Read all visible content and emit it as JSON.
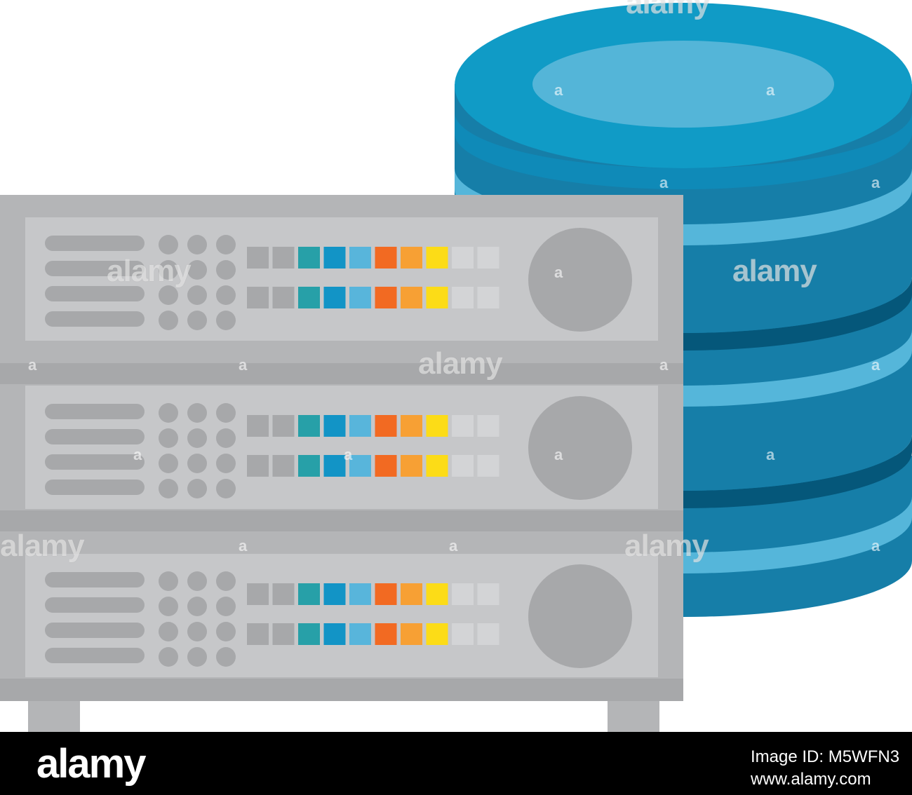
{
  "watermark": {
    "brand": "alamy",
    "mark": "a",
    "repeat_label": "alamy"
  },
  "footer": {
    "logo": "alamy",
    "image_id": "Image ID: M5WFN3",
    "site": "www.alamy.com"
  },
  "colors": {
    "rack_light": "#c6c7c9",
    "rack_mid": "#b4b5b7",
    "rack_dark": "#a7a8aa",
    "db_top": "#109bc6",
    "db_top_inner": "#54b5d8",
    "db_side": "#167ea8",
    "db_stripe": "#55b6da",
    "db_groove": "#05577a",
    "led_teal": "#27a0a8",
    "led_blue": "#1294c6",
    "led_light_blue": "#58b5db",
    "led_orange": "#f26a22",
    "led_amber": "#f7a034",
    "led_yellow": "#fcdc17",
    "led_grey": "#a7a8aa",
    "led_light_grey": "#d3d4d6"
  },
  "icons": [
    "database-icon",
    "server-rack-icon"
  ]
}
